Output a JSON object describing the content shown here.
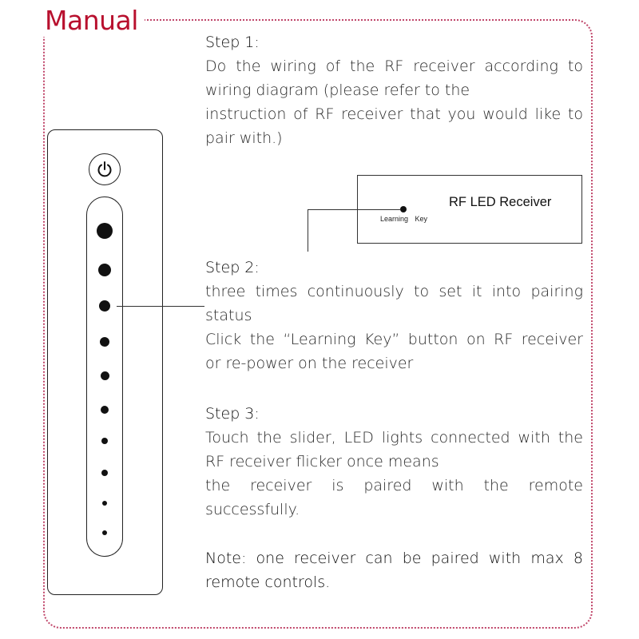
{
  "manual": {
    "title": "Manual"
  },
  "receiver": {
    "title": "RF LED Receiver",
    "learning_key_label": "Learning Key"
  },
  "step1": {
    "heading": "Step 1:",
    "lines": [
      "Do the wiring of the RF receiver according to",
      "wiring diagram (please refer to the",
      "instruction of RF receiver that you would like to",
      "pair with.)"
    ]
  },
  "step2": {
    "heading": "Step 2:",
    "lines": [
      "three times continuously to set it into pairing",
      "status",
      "Click the “Learning Key” button on RF receiver",
      "or re-power on the receiver"
    ]
  },
  "step3": {
    "heading": "Step 3:",
    "lines": [
      "Touch the slider, LED lights connected with the",
      "RF receiver flicker once means",
      "the receiver is paired with the remote",
      "successfully."
    ]
  },
  "note": {
    "lines": [
      "Note: one receiver can be paired with max 8",
      "remote controls."
    ]
  },
  "icons": {
    "power": "power-icon"
  },
  "colors": {
    "title": "#b8102e",
    "frame": "#c0466a",
    "text": "#2a2a2a"
  }
}
